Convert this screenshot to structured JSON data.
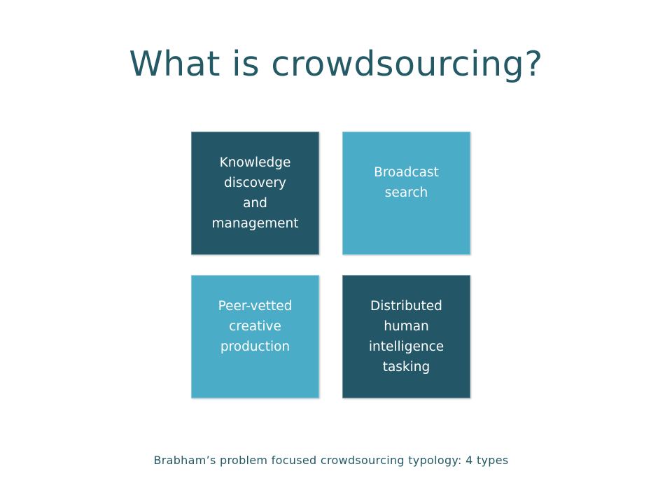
{
  "slide": {
    "title": "What is crowdsourcing?",
    "caption": "Brabham’s problem focused crowdsourcing typology: 4 types"
  },
  "types": [
    {
      "label": "Knowledge\ndiscovery\nand\nmanagement",
      "color": "#235767"
    },
    {
      "label": "Broadcast\nsearch",
      "color": "#4aacc6"
    },
    {
      "label": "Peer-vetted\ncreative\nproduction",
      "color": "#4aacc6"
    },
    {
      "label": "Distributed\nhuman\nintelligence\ntasking",
      "color": "#235767"
    }
  ]
}
